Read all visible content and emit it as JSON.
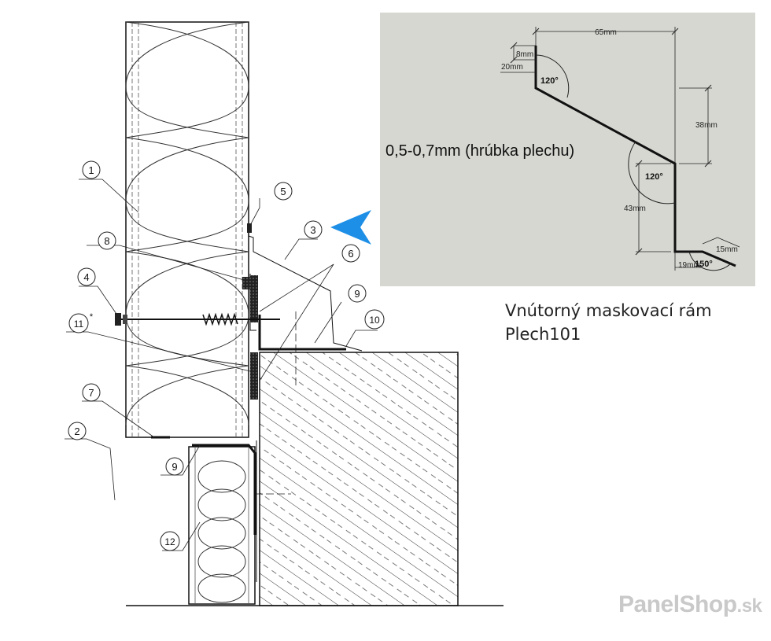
{
  "callouts": [
    {
      "id": "c1",
      "text": "1"
    },
    {
      "id": "c2",
      "text": "2"
    },
    {
      "id": "c3",
      "text": "3"
    },
    {
      "id": "c4",
      "text": "4"
    },
    {
      "id": "c5",
      "text": "5"
    },
    {
      "id": "c6",
      "text": "6"
    },
    {
      "id": "c7",
      "text": "7"
    },
    {
      "id": "c8",
      "text": "8"
    },
    {
      "id": "c9a",
      "text": "9"
    },
    {
      "id": "c9b",
      "text": "9"
    },
    {
      "id": "c10",
      "text": "10"
    },
    {
      "id": "c11",
      "text": "11"
    },
    {
      "id": "c12",
      "text": "12"
    }
  ],
  "callout11_mark": "*",
  "profile": {
    "thickness_label": "0,5-0,7mm (hrúbka plechu)",
    "dims": {
      "top_width": "65mm",
      "lip_small": "8mm",
      "lip_height": "20mm",
      "rise": "38mm",
      "drop": "43mm",
      "bottom_width": "19mm",
      "tail": "15mm"
    },
    "angles": {
      "top": "120°",
      "middle": "120°",
      "bottom": "150°"
    }
  },
  "caption": {
    "line1": "Vnútorný maskovací rám",
    "line2": "Plech101"
  },
  "brand": {
    "name": "PanelShop",
    "tld": ".sk"
  },
  "colors": {
    "panel_bg": "#d7d7d2",
    "arrow": "#1e8fe6",
    "line": "#1a1a1a"
  }
}
